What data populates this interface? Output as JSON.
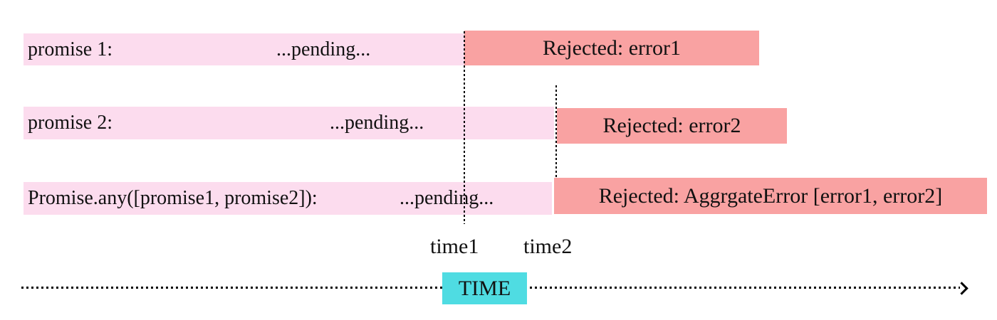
{
  "diagram": {
    "title_semantic": "Promise.any rejection timeline",
    "rows": [
      {
        "name": "promise-1",
        "label": "promise 1:",
        "pending": "...pending...",
        "result": "Rejected: error1"
      },
      {
        "name": "promise-2",
        "label": "promise 2:",
        "pending": "...pending...",
        "result": "Rejected: error2"
      },
      {
        "name": "promise-any",
        "label": "Promise.any([promise1, promise2]):",
        "pending": "...pending...",
        "result": "Rejected: AggrgateError [error1, error2]"
      }
    ],
    "time_markers": [
      {
        "label": "time1"
      },
      {
        "label": "time2"
      }
    ],
    "axis_label": "TIME",
    "colors": {
      "pending_bg": "#fcdcee",
      "rejected_bg": "#f9a2a2",
      "axis_label_bg": "#4fdce2",
      "line_color": "#000000",
      "text": "#111111"
    }
  }
}
